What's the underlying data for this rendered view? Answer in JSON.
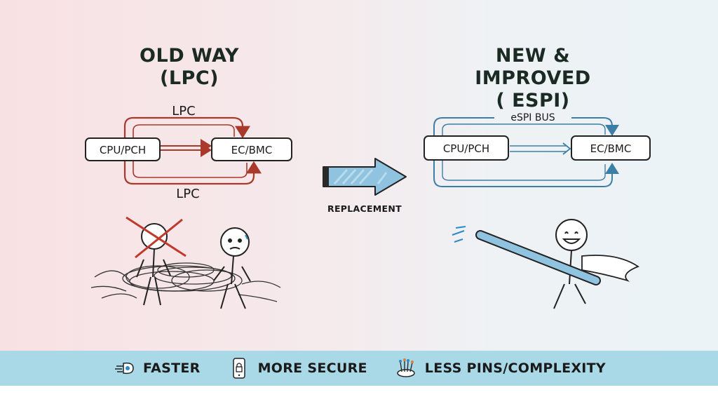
{
  "old_way": {
    "title_line1": "OLD WAY",
    "title_line2": "(LPC)",
    "diagram": {
      "left_box": "CPU/PCH",
      "right_box": "EC/BMC",
      "top_bus_label": "LPC",
      "bottom_bus_label": "LPC",
      "color": "#a8392b"
    },
    "illustration": "frustrated stick figures tangled in wires"
  },
  "transition": {
    "label": "REPLACEMENT",
    "arrow_color": "#8fc3df"
  },
  "new_way": {
    "title_line1": "NEW & IMPROVED",
    "title_line2": "( ESPI)",
    "diagram": {
      "left_box": "CPU/PCH",
      "right_box": "EC/BMC",
      "bus_label": "eSPI BUS",
      "color": "#3d7ea6"
    },
    "illustration": "happy caped stick figure holding a tube"
  },
  "banner": {
    "background": "#a9d8e7",
    "features": [
      {
        "icon": "rocket-speed-icon",
        "label": "FASTER"
      },
      {
        "icon": "phone-lock-icon",
        "label": "MORE SECURE"
      },
      {
        "icon": "chip-pins-icon",
        "label": "LESS PINS/COMPLEXITY"
      }
    ]
  }
}
